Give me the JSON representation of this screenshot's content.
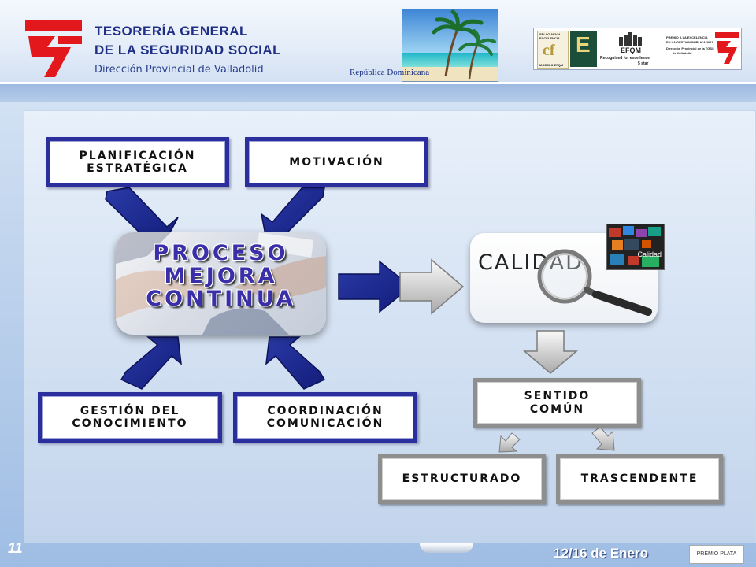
{
  "header": {
    "org_line1": "TESORERÍA GENERAL",
    "org_line2": "DE LA SEGURIDAD SOCIAL",
    "subtitle": "Dirección Provincial de Valladolid",
    "country": "República Dominicana",
    "badges": {
      "seal_line1": "SELLO AEVAL",
      "seal_line2": "EXCELENCIA",
      "seal_logo": "cf",
      "seal_model": "MODELO EFQM",
      "e_letter": "E",
      "efqm_logo": "EFQM",
      "efqm_line1": "Recognised for excellence",
      "efqm_line2": "5 star",
      "premio_line1": "PREMIO A LA EXCELENCIA",
      "premio_line2": "EN LA GESTIÓN PÚBLICA 2011",
      "premio_line3": "Dirección Provincial de la TGSS",
      "premio_line4": "de Valladolid"
    }
  },
  "diagram": {
    "planificacion": "PLANIFICACIÓN\nESTRATÉGICA",
    "motivacion": "MOTIVACIÓN",
    "proceso": "PROCESO\nMEJORA\nCONTINUA",
    "gestion": "GESTIÓN DEL\nCONOCIMIENTO",
    "coordinacion": "COORDINACIÓN\nCOMUNICACIÓN",
    "calidad": "CALIDAD",
    "calidad_img_label": "Calidad",
    "sentido": "SENTIDO\nCOMÚN",
    "estructurado": "ESTRUCTURADO",
    "trascendente": "TRASCENDENTE"
  },
  "footer": {
    "slide_number": "11",
    "date": "12/16  de Enero",
    "premio": "PREMIO PLATA"
  },
  "colors": {
    "box_blue": "#2b2f9e",
    "arrow_blue": "#1c2a8e",
    "grey": "#8e8e8e",
    "title_blue": "#1f2f86"
  }
}
